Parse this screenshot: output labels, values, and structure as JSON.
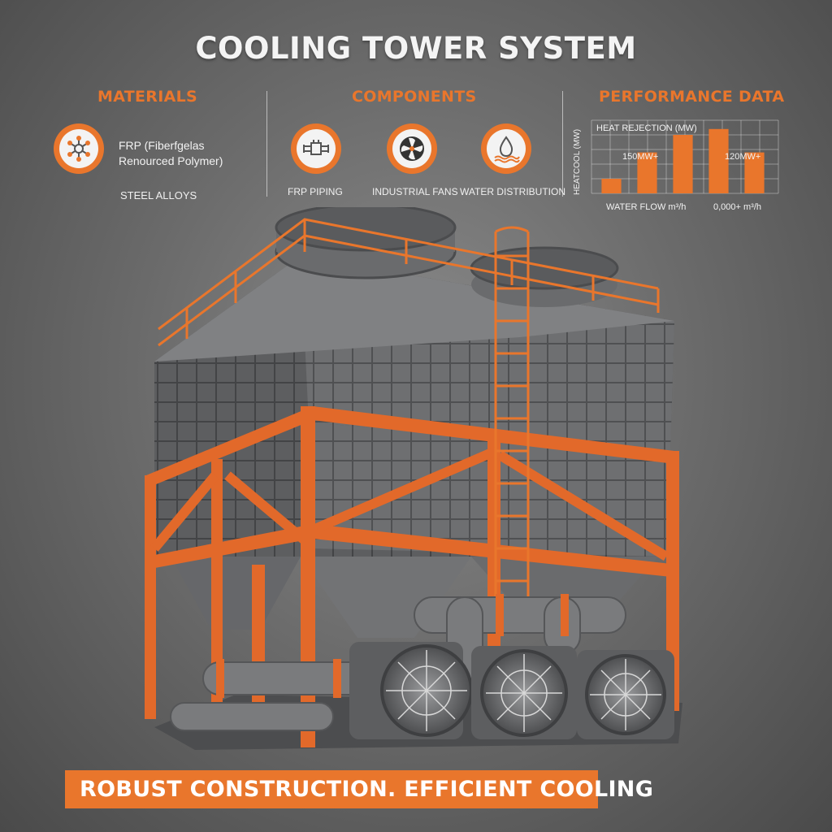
{
  "title": "COOLING TOWER SYSTEM",
  "materials": {
    "heading": "MATERIALS",
    "frp_line1": "FRP (Fiberfgelas",
    "frp_line2": "Renourced Polymer)",
    "steel": "STEEL ALLOYS",
    "icon": "molecule-icon"
  },
  "components": {
    "heading": "COMPONENTS",
    "items": [
      {
        "label": "FRP PIPING",
        "icon": "pipe-icon"
      },
      {
        "label": "INDUSTRIAL FANS",
        "icon": "fan-icon"
      },
      {
        "label": "WATER DISTRIBUTION",
        "icon": "water-drop-icon"
      }
    ]
  },
  "performance": {
    "heading": "PERFORMANCE DATA",
    "chart_title": "HEAT REJECTION (MW)",
    "y_label": "HEATCOOL (MW)",
    "value_label_1": "150MW+",
    "value_label_2": "120MW+",
    "x_label_1": "WATER FLOW m³/h",
    "x_label_2": "0,000+ m³/h"
  },
  "chart_data": {
    "type": "bar",
    "title": "HEAT REJECTION (MW)",
    "ylabel": "HEATCOOL (MW)",
    "values": [
      10,
      28,
      40,
      44,
      28
    ],
    "annotations": [
      "150MW+",
      "120MW+"
    ],
    "xlabels": [
      "WATER FLOW m³/h",
      "0,000+ m³/h"
    ],
    "grid": true
  },
  "banner": {
    "text": "ROBUST CONSTRUCTION. EFFICIENT COOLING"
  },
  "colors": {
    "accent": "#e9762c",
    "steel_gray": "#6f7072",
    "background": "#6c6c6c"
  }
}
